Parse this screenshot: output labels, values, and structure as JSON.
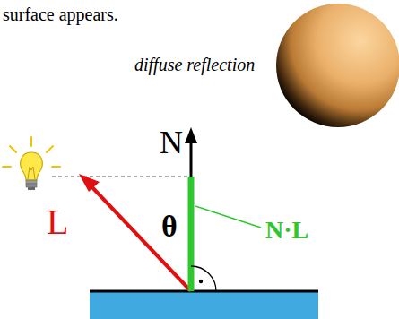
{
  "diagram": {
    "labels": [
      "surface appears.",
      "diffuse reflection",
      "N",
      "L",
      "θ",
      "N·L"
    ]
  }
}
